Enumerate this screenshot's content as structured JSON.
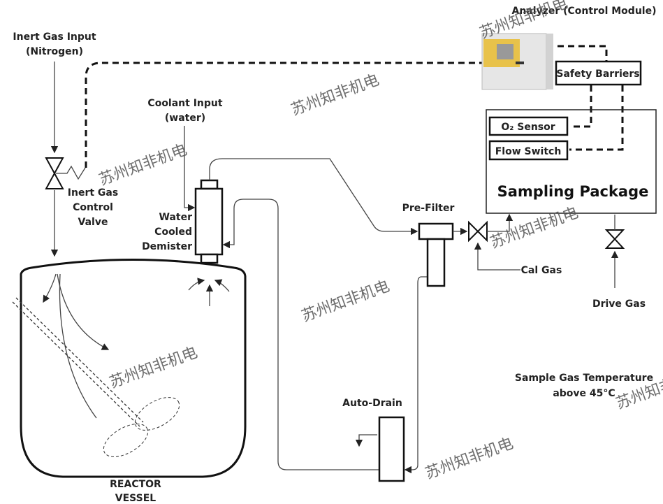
{
  "labels": {
    "inert_gas_input": [
      "Inert Gas Input",
      "(Nitrogen)"
    ],
    "inert_gas_valve": [
      "Inert Gas",
      "Control",
      "Valve"
    ],
    "coolant_input": [
      "Coolant Input",
      "(water)"
    ],
    "demister": [
      "Water",
      "Cooled",
      "Demister"
    ],
    "analyzer": "Analyzer (Control Module)",
    "safety_barriers": "Safety Barriers",
    "o2_sensor": "O₂ Sensor",
    "flow_switch": "Flow Switch",
    "sampling_package": "Sampling Package",
    "pre_filter": "Pre-Filter",
    "cal_gas": "Cal Gas",
    "drive_gas": "Drive Gas",
    "auto_drain": "Auto-Drain",
    "reactor_vessel": [
      "REACTOR",
      "VESSEL"
    ],
    "sample_gas_temp": [
      "Sample Gas Temperature",
      "above 45°C"
    ]
  },
  "watermark": "苏州知非机电",
  "colors": {
    "line": "#111111",
    "analyzer_accent": "#e8c24a"
  }
}
